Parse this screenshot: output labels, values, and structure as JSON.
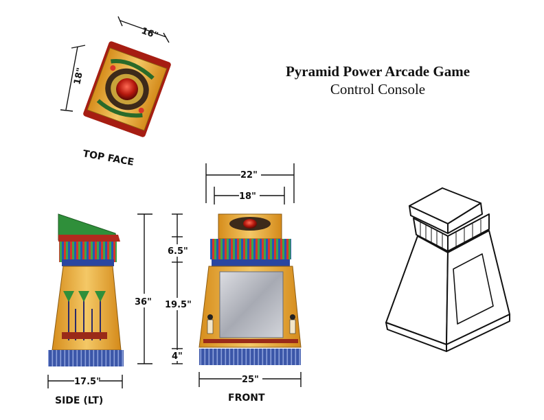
{
  "title": {
    "line1": "Pyramid Power Arcade Game",
    "line2": "Control Console"
  },
  "views": {
    "top_face": {
      "label": "TOP FACE",
      "dim_width": "16\"",
      "dim_depth": "18\""
    },
    "side": {
      "label": "SIDE (LT)",
      "dim_base": "17.5\""
    },
    "front": {
      "label": "FRONT",
      "dim_top_outer": "22\"",
      "dim_top_inner": "18\"",
      "dim_base": "25\""
    },
    "heights": {
      "total": "36\"",
      "capital": "6.5\"",
      "body": "19.5\"",
      "base": "4\""
    }
  },
  "colors": {
    "gold": "#e8a52a",
    "gold_light": "#f4c866",
    "base_blue": "#3b56a8",
    "base_stripe": "#8ea2dc",
    "lid_green": "#2f8f3a",
    "lid_red": "#b22a1e",
    "screen": "#b9bcc4"
  }
}
